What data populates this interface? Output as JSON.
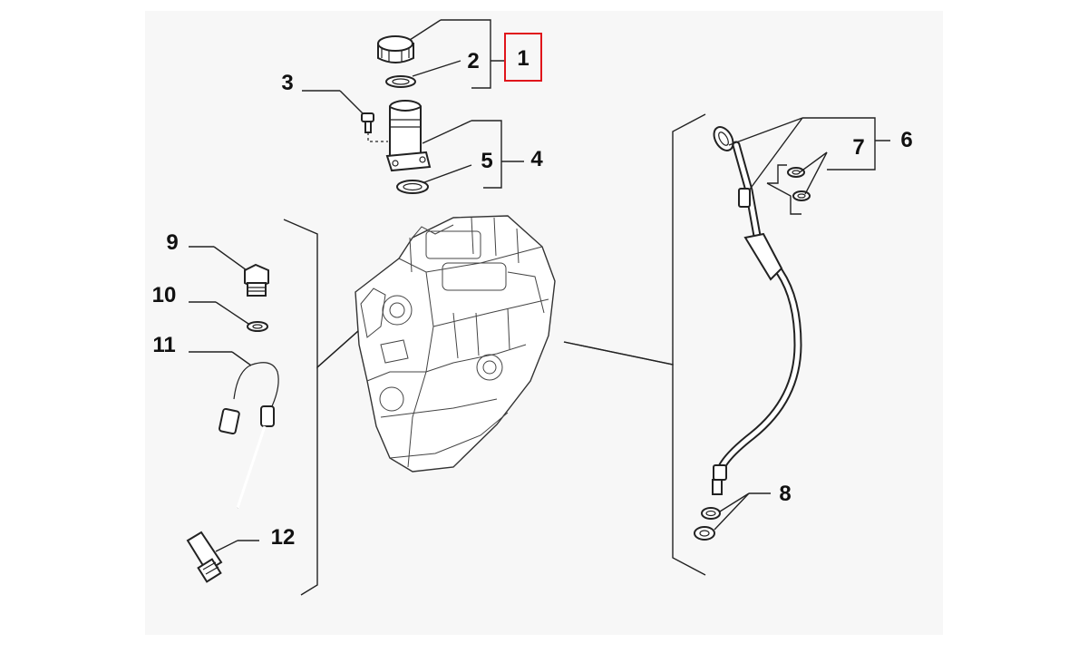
{
  "callouts": {
    "c1": "1",
    "c2": "2",
    "c3": "3",
    "c4": "4",
    "c5": "5",
    "c6": "6",
    "c7": "7",
    "c8": "8",
    "c9": "9",
    "c10": "10",
    "c11": "11",
    "c12": "12"
  },
  "highlight": {
    "callout": "1",
    "color": "#e0151b"
  },
  "colors": {
    "background": "#ffffff",
    "panel": "#f7f7f7",
    "ink": "#222222"
  }
}
